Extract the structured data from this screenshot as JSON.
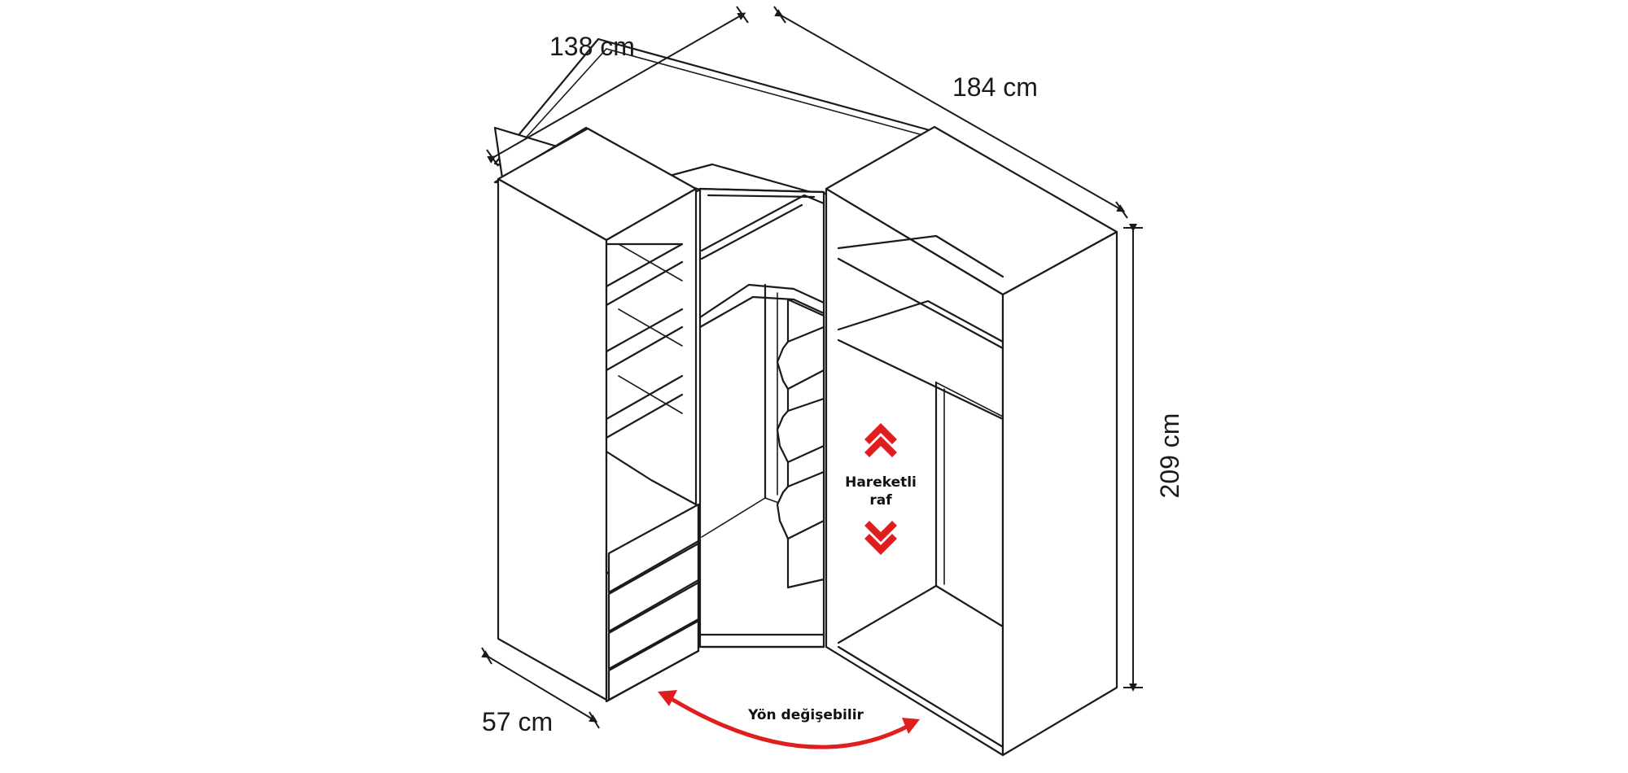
{
  "dimensions": {
    "width_left": "138 cm",
    "width_right": "184 cm",
    "height": "209 cm",
    "depth": "57 cm"
  },
  "annotations": {
    "movable_shelf_line1": "Hareketli",
    "movable_shelf_line2": "raf",
    "direction": "Yön değişebilir"
  },
  "colors": {
    "accent": "#e01e1e",
    "line": "#1a1a1a"
  }
}
